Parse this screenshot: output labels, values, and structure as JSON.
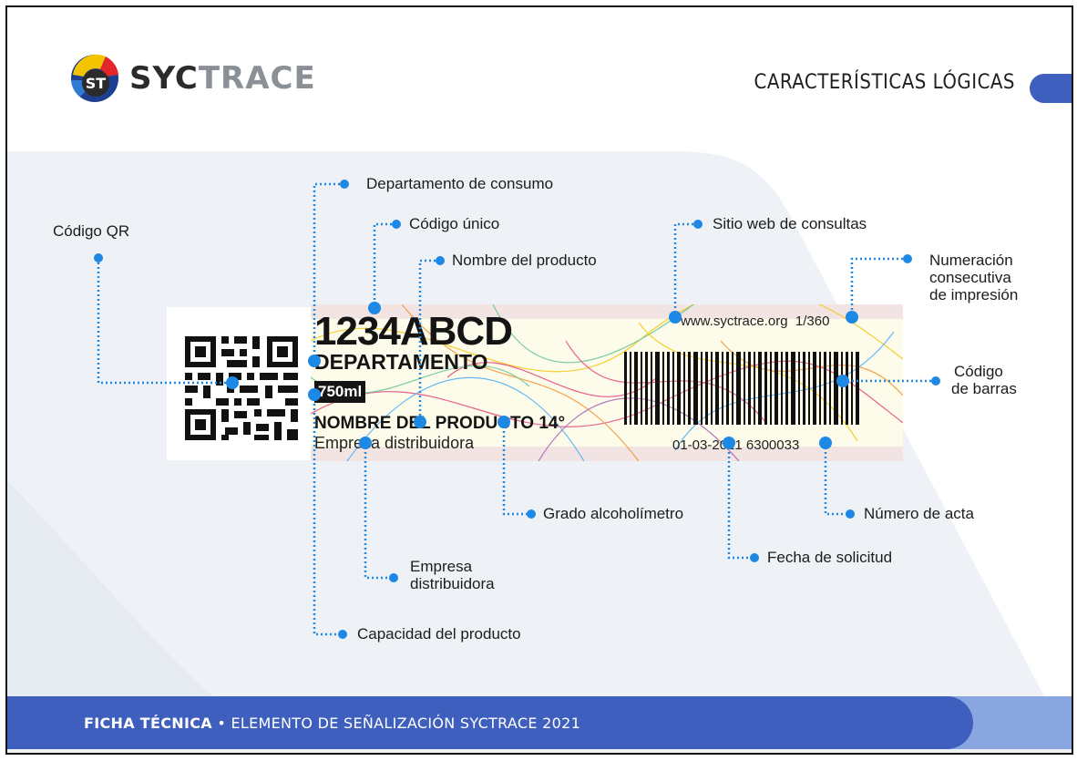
{
  "header": {
    "brand_prefix": "SYC",
    "brand_suffix": "TRACE",
    "section_title": "CARACTERÍSTICAS LÓGICAS"
  },
  "labels": {
    "codigo_qr": "Código QR",
    "departamento_consumo": "Departamento de consumo",
    "codigo_unico": "Código único",
    "nombre_producto": "Nombre del producto",
    "sitio_web": "Sitio web de consultas",
    "numeracion_line1": "Numeración",
    "numeracion_line2": "consecutiva",
    "numeracion_line3": "de impresión",
    "codigo_barras_line1": "Código",
    "codigo_barras_line2": "de barras",
    "grado_alcoholimetro": "Grado alcoholímetro",
    "numero_acta": "Número de acta",
    "fecha_solicitud": "Fecha de solicitud",
    "empresa_line1": "Empresa",
    "empresa_line2": "distribuidora",
    "capacidad": "Capacidad del producto"
  },
  "sticker": {
    "code": "1234ABCD",
    "department": "DEPARTAMENTO",
    "capacity": "750ml",
    "product_name": "NOMBRE DEL PRODUCTO 14°",
    "distributor": "Empresa distribuidora",
    "website": "www.syctrace.org",
    "print_number": "1/360",
    "date_and_act": "01-03-2021 6300033"
  },
  "footer": {
    "bold_part": "FICHA TÉCNICA",
    "separator": "•",
    "rest": "ELEMENTO DE SEÑALIZACIÓN SYCTRACE 2021"
  },
  "colors": {
    "accent_blue": "#3f5fbf",
    "accent_light_blue": "#8aa6e0",
    "callout_blue": "#1e88e5",
    "background_wave": "#eef2f6"
  }
}
